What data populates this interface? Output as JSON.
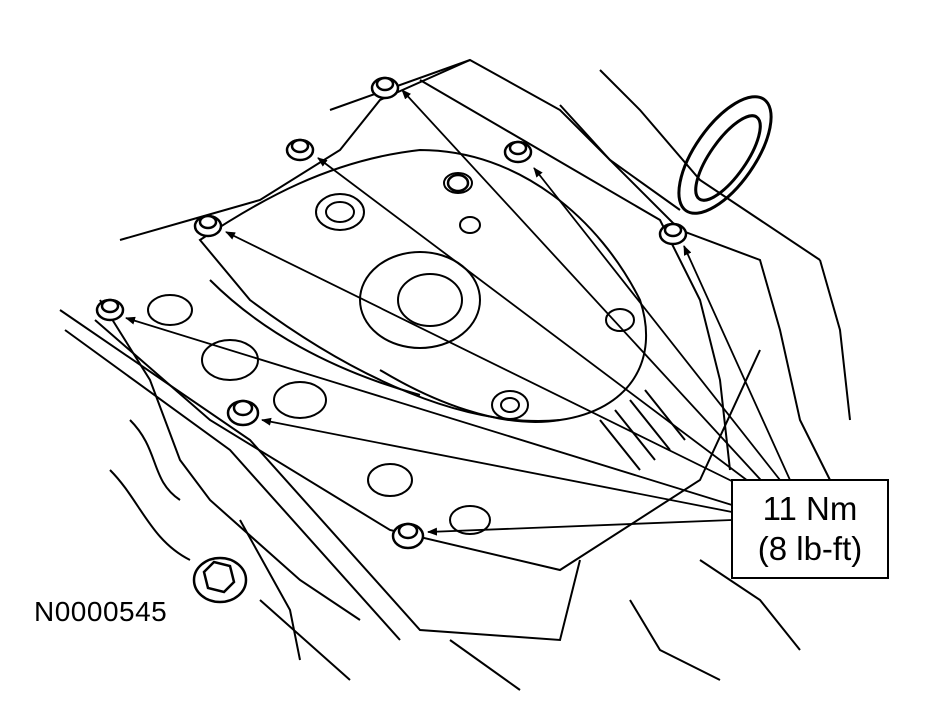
{
  "callout": {
    "torque_metric": "11 Nm",
    "torque_imperial": "(8 lb-ft)"
  },
  "figure_id": "N0000545",
  "bolt_count": 9
}
